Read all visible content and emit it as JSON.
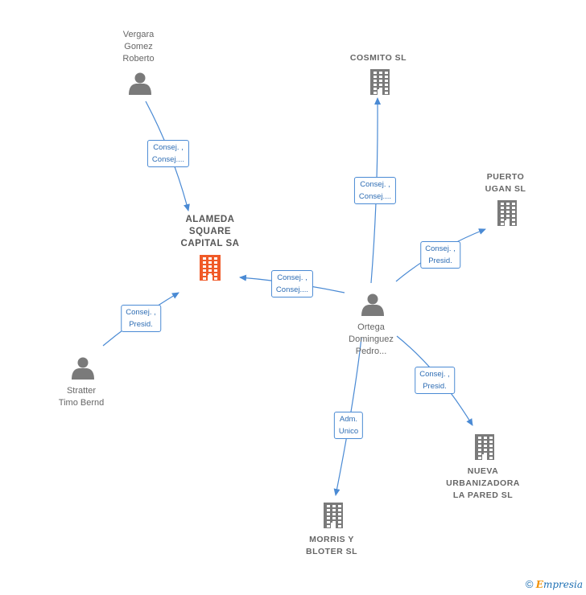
{
  "colors": {
    "edge": "#4a8ad4",
    "person": "#7a7a7a",
    "company": "#7a7a7a",
    "main_company": "#f05a28"
  },
  "nodes": [
    {
      "id": "alameda",
      "kind": "company-main",
      "label": "ALAMEDA\nSQUARE\nCAPITAL SA"
    },
    {
      "id": "vergara",
      "kind": "person",
      "label": "Vergara\nGomez\nRoberto"
    },
    {
      "id": "cosmito",
      "kind": "company",
      "label": "COSMITO SL"
    },
    {
      "id": "puerto",
      "kind": "company",
      "label": "PUERTO\nUGAN SL"
    },
    {
      "id": "ortega",
      "kind": "person",
      "label": "Ortega\nDominguez\nPedro..."
    },
    {
      "id": "stratter",
      "kind": "person",
      "label": "Stratter\nTimo Bernd"
    },
    {
      "id": "nueva",
      "kind": "company",
      "label": "NUEVA\nURBANIZADORA\nLA PARED SL"
    },
    {
      "id": "morris",
      "kind": "company",
      "label": "MORRIS Y\nBLOTER SL"
    }
  ],
  "edges": [
    {
      "id": "vergara-alameda",
      "label": "Consej. ,\nConsej...."
    },
    {
      "id": "ortega-cosmito",
      "label": "Consej. ,\nConsej...."
    },
    {
      "id": "ortega-puerto",
      "label": "Consej. ,\nPresid."
    },
    {
      "id": "ortega-alameda",
      "label": "Consej. ,\nConsej...."
    },
    {
      "id": "stratter-alameda",
      "label": "Consej. ,\nPresid."
    },
    {
      "id": "ortega-nueva",
      "label": "Consej. ,\nPresid."
    },
    {
      "id": "ortega-morris",
      "label": "Adm.\nUnico"
    }
  ],
  "footer": {
    "copyright": "©",
    "brand_first": "E",
    "brand_rest": "mpresia"
  }
}
